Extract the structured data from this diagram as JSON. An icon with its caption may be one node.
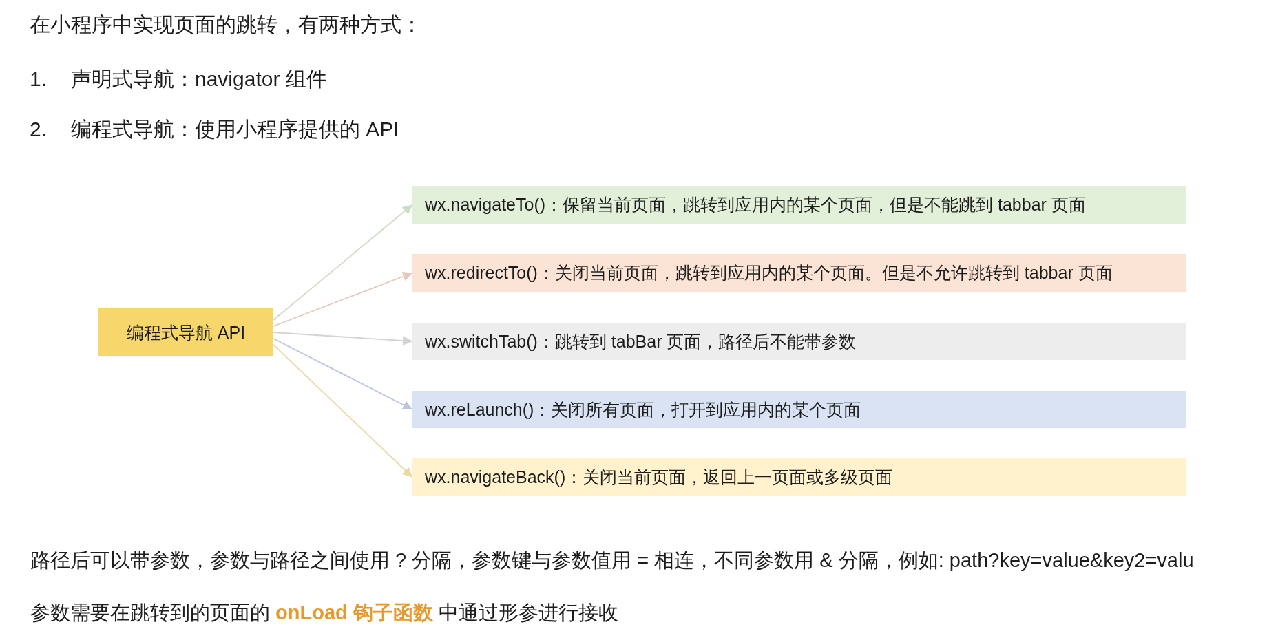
{
  "diagram": {
    "nodes": [
      {
        "text": [
          "编程式导航 API"
        ]
      },
      {
        "text": [
          "wx.navigateTo()：保留当前页面，跳转到应用内的某个页面，但是不能跳到 tabbar 页面"
        ]
      },
      {
        "text": [
          "wx.redirectTo()：关闭当前页面，跳转到应用内的某个页面。但是不允许跳转到 tabbar 页面"
        ]
      },
      {
        "text": [
          "wx.switchTab()：跳转到 tabBar 页面，路径后不能带参数"
        ]
      },
      {
        "text": [
          "wx.reLaunch()：关闭所有页面，打开到应用内的某个页面"
        ]
      },
      {
        "text": [
          "wx.navigateBack()：关闭当前页面，返回上一页面或多级页面"
        ]
      }
    ],
    "edges": [
      {
        "from": 0,
        "to": 1,
        "arrow": "to",
        "color": "#cfdcc5"
      },
      {
        "from": 0,
        "to": 2,
        "arrow": "to",
        "color": "#e3c9bb"
      },
      {
        "from": 0,
        "to": 3,
        "arrow": "to",
        "color": "#d3d3d3"
      },
      {
        "from": 0,
        "to": 4,
        "arrow": "to",
        "color": "#b9c7dd"
      },
      {
        "from": 0,
        "to": 5,
        "arrow": "to",
        "color": "#e8d9a6"
      }
    ],
    "labels": [
      "在小程序中实现页面的跳转，有两种方式：",
      "1.",
      "声明式导航：navigator 组件",
      "2.",
      "编程式导航：使用小程序提供的 API",
      "路径后可以带参数，参数与路径之间使用 ? 分隔，参数键与参数值用 = 相连，不同参数用 & 分隔，例如: path?key=value&key2=valu",
      "参数需要在跳转到的页面的 **onLoad 钩子函数** 中通过形参进行接收"
    ]
  }
}
